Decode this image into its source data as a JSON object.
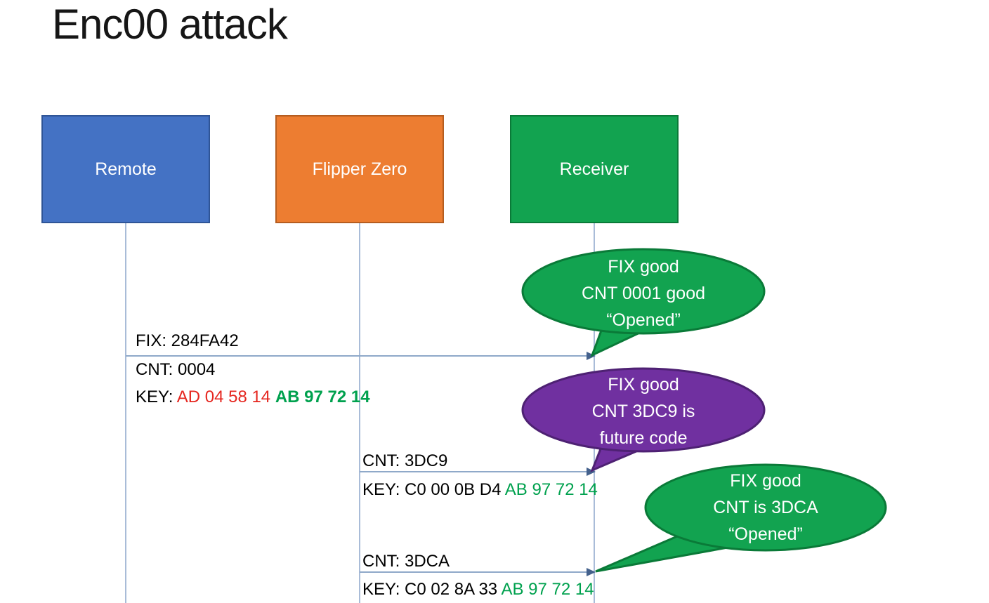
{
  "title": "Enc00 attack",
  "actors": {
    "remote": {
      "label": "Remote",
      "fill": "#4472C4",
      "border": "#2F5597"
    },
    "flipper": {
      "label": "Flipper Zero",
      "fill": "#ED7D31",
      "border": "#B55D20"
    },
    "receiver": {
      "label": "Receiver",
      "fill": "#12A350",
      "border": "#0A7A38"
    }
  },
  "messages": {
    "m1": {
      "fix": "FIX: 284FA42",
      "cnt": "CNT: 0004",
      "key_label": "KEY: ",
      "key_red": "AD 04 58 14 ",
      "key_green": "AB 97 72 14"
    },
    "m2": {
      "cnt": "CNT: 3DC9",
      "key_label": "KEY: C0 00 0B D4 ",
      "key_green": "AB 97 72 14"
    },
    "m3": {
      "cnt": "CNT: 3DCA",
      "key_label": "KEY: C0 02 8A 33 ",
      "key_green": "AB 97 72 14"
    }
  },
  "bubbles": {
    "b1": {
      "line1": "FIX good",
      "line2": "CNT 0001 good",
      "line3": "“Opened”",
      "fill": "#12A350",
      "border": "#0A7A38"
    },
    "b2": {
      "line1": "FIX good",
      "line2": "CNT 3DC9 is",
      "line3": "future code",
      "fill": "#7030A0",
      "border": "#4E2173"
    },
    "b3": {
      "line1": "FIX good",
      "line2": "CNT is 3DCA",
      "line3": "“Opened”",
      "fill": "#12A350",
      "border": "#0A7A38"
    }
  },
  "colors": {
    "key_red_text": "#E5261F",
    "key_green_text": "#00A14E",
    "lifeline": "#A9BCD8",
    "arrow_line": "#8FA9C9",
    "arrow_head": "#44618C",
    "title_text": "#161616"
  }
}
